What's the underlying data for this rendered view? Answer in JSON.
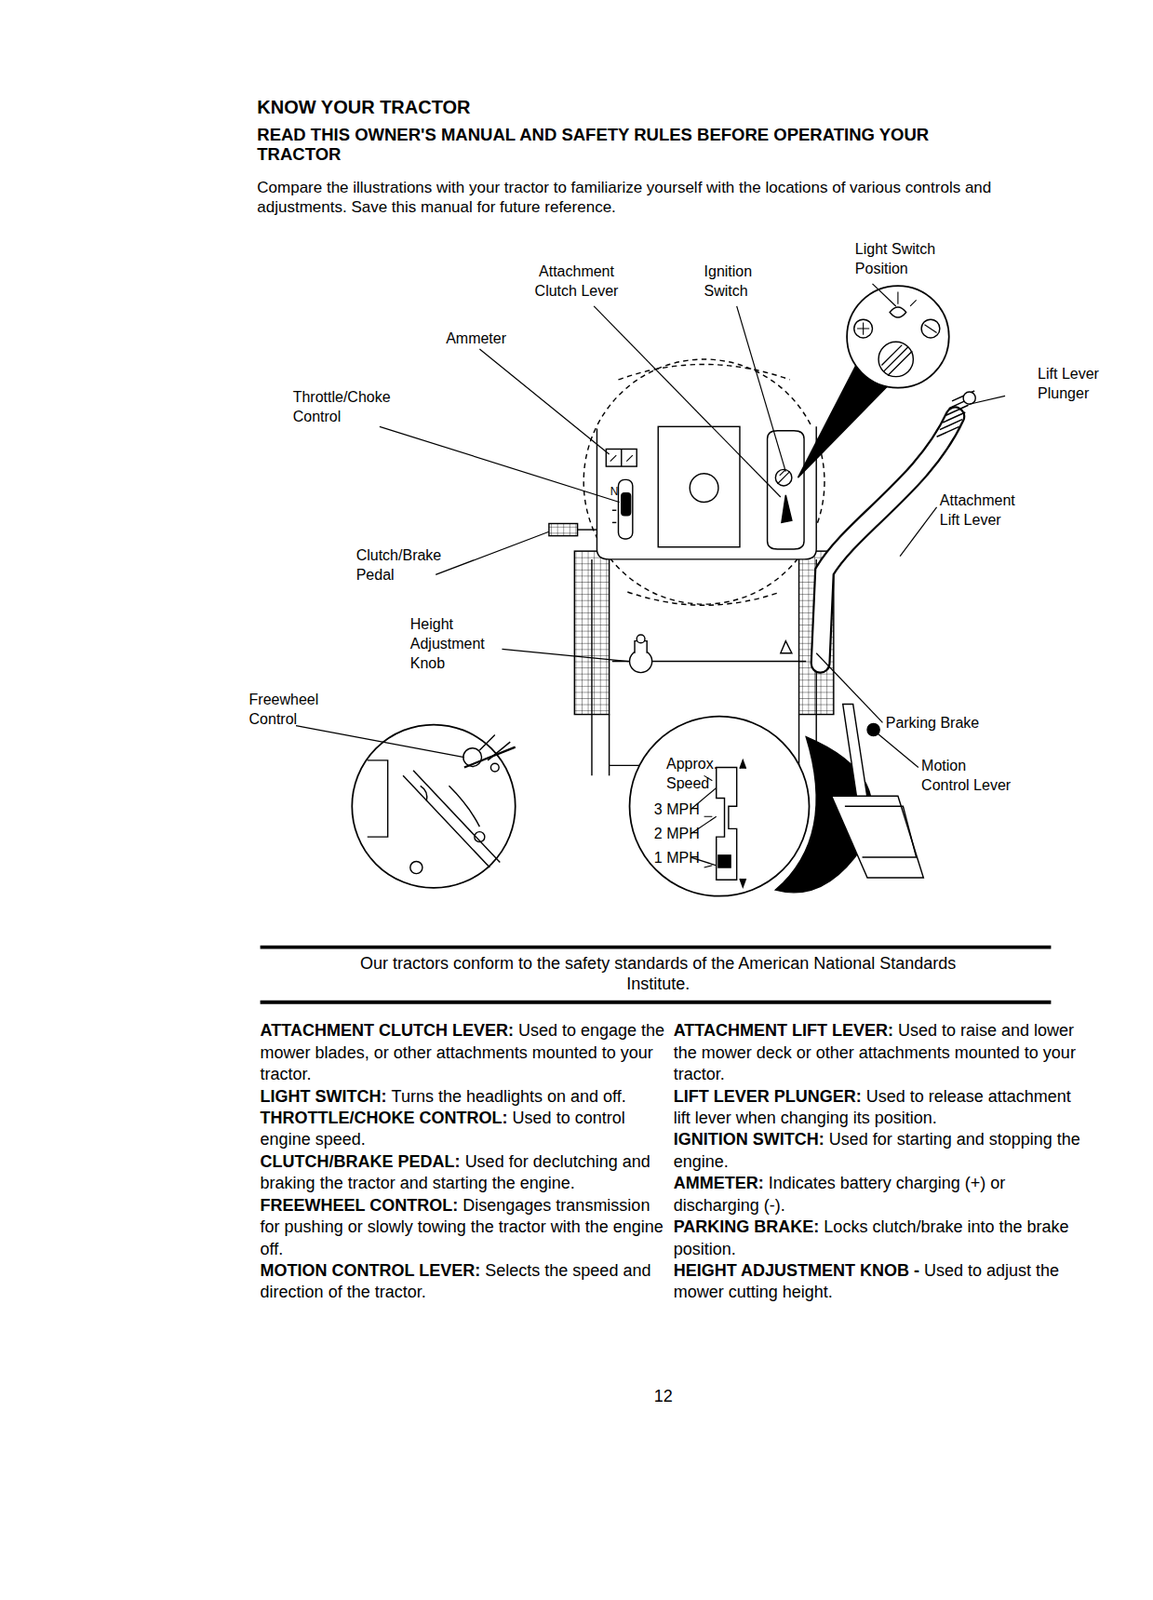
{
  "diagram": {
    "title": "KNOW YOUR TRACTOR",
    "labels": [
      "READ THIS OWNER'S MANUAL AND SAFETY RULES BEFORE OPERATING YOUR TRACTOR",
      "Compare the illustrations with your tractor to familiarize yourself with the locations of various controls and adjustments. Save this manual for future reference.",
      "Light Switch Position",
      "Attachment Clutch Lever",
      "Ignition Switch",
      "Ammeter",
      "Lift Lever Plunger",
      "Throttle/Choke Control",
      "N",
      "Attachment Lift Lever",
      "Clutch/Brake Pedal",
      "Height Adjustment Knob",
      "Freewheel Control",
      "Parking Brake",
      "Motion Control Lever",
      "Approx. Speed",
      "3 MPH",
      "2 MPH",
      "1 MPH",
      "Our tractors conform to the safety standards of the American National Standards Institute.",
      "ATTACHMENT CLUTCH LEVER:",
      "Used to engage the mower blades, or other attachments mounted to your tractor.",
      "LIGHT SWITCH:",
      "Turns the headlights on and off.",
      "THROTTLE/CHOKE CONTROL:",
      "Used to control engine speed.",
      "CLUTCH/BRAKE PEDAL:",
      "Used for declutching and braking the tractor and starting the engine.",
      "FREEWHEEL CONTROL:",
      "Disengages transmission for pushing or slowly towing the tractor with the engine off.",
      "MOTION CONTROL LEVER:",
      "Selects the speed and direction of the tractor.",
      "ATTACHMENT LIFT LEVER:",
      "Used to raise and lower the mower deck or other attachments mounted to your tractor.",
      "LIFT LEVER PLUNGER:",
      "Used to release attachment lift lever when changing its position.",
      "IGNITION SWITCH:",
      "Used for starting and stopping the engine.",
      "AMMETER:",
      "Indicates battery charging (+) or discharging (-).",
      "PARKING BRAKE:",
      "Locks clutch/brake into the brake position.",
      "HEIGHT ADJUSTMENT KNOB -",
      "Used to adjust the mower cutting height.",
      "12"
    ]
  }
}
